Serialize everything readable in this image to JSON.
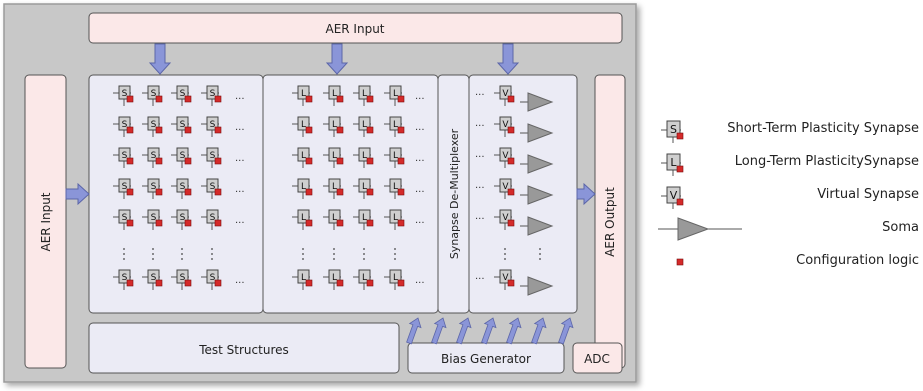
{
  "blocks": {
    "aer_input_top": "AER Input",
    "aer_input_left": "AER Input",
    "aer_output": "AER Output",
    "demux": "Synapse De-Multiplexer",
    "test_structures": "Test Structures",
    "bias_generator": "Bias Generator",
    "adc": "ADC"
  },
  "synapse_letters": {
    "short_term": "S",
    "long_term": "L",
    "virtual": "V"
  },
  "ellipsis": "...",
  "legend": [
    {
      "label": "Short-Term Plasticity Synapse",
      "icon": "short-term-synapse-icon"
    },
    {
      "label": "Long-Term PlasticitySynapse",
      "icon": "long-term-synapse-icon"
    },
    {
      "label": "Virtual Synapse",
      "icon": "virtual-synapse-icon"
    },
    {
      "label": "Soma",
      "icon": "soma-icon"
    },
    {
      "label": "Configuration logic",
      "icon": "config-logic-icon"
    }
  ],
  "colors": {
    "chip_background": "#c8c8c8",
    "pink_block": "#fbe8e8",
    "matrix_block": "#ebebf5",
    "arrow": "#8a95d8",
    "config_logic": "#d42a2a",
    "soma": "#999999"
  }
}
